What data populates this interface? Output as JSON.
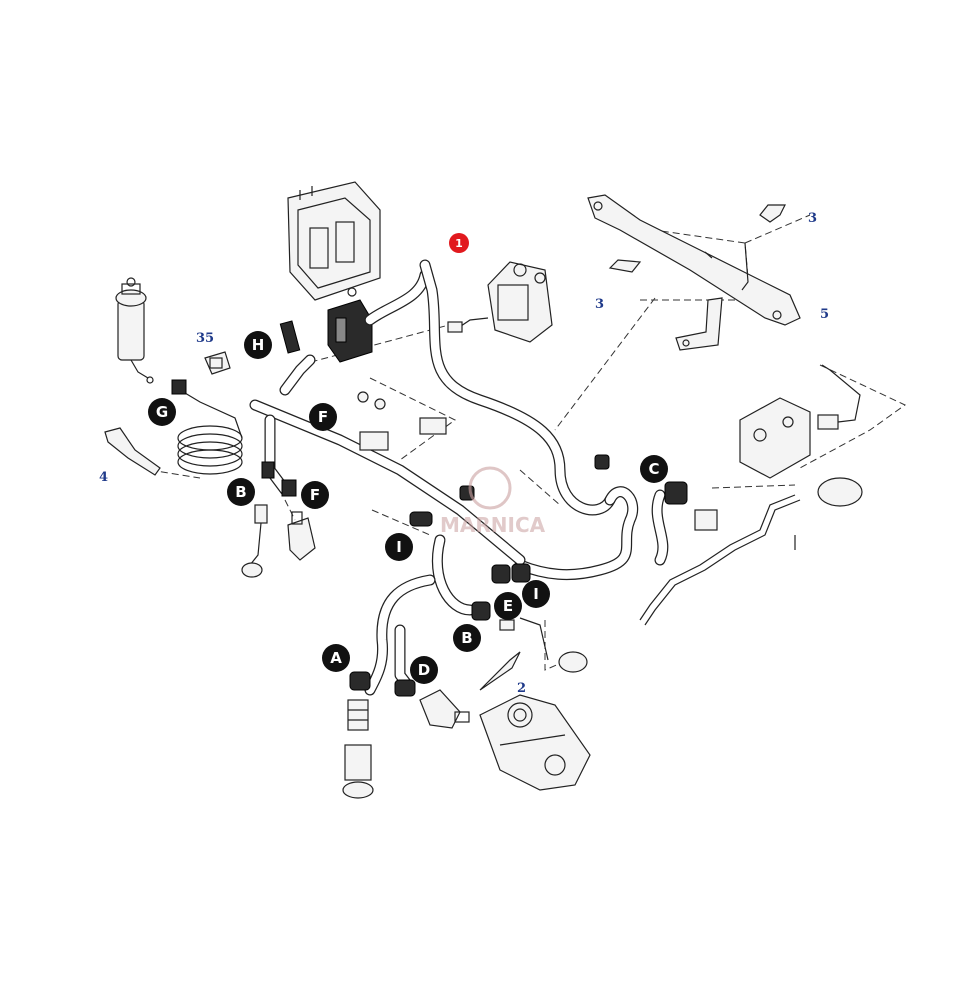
{
  "diagram": {
    "callout_highlight": "1",
    "callouts": [
      "A",
      "B",
      "B",
      "C",
      "D",
      "E",
      "F",
      "F",
      "G",
      "H",
      "I",
      "I"
    ],
    "part_numbers": [
      "2",
      "3",
      "3",
      "4",
      "5",
      "35"
    ],
    "watermark": "MARNICA",
    "colors": {
      "highlight": "#e1191e",
      "callout": "#111111",
      "part_number": "#1f3a8a",
      "line": "#222222"
    }
  }
}
